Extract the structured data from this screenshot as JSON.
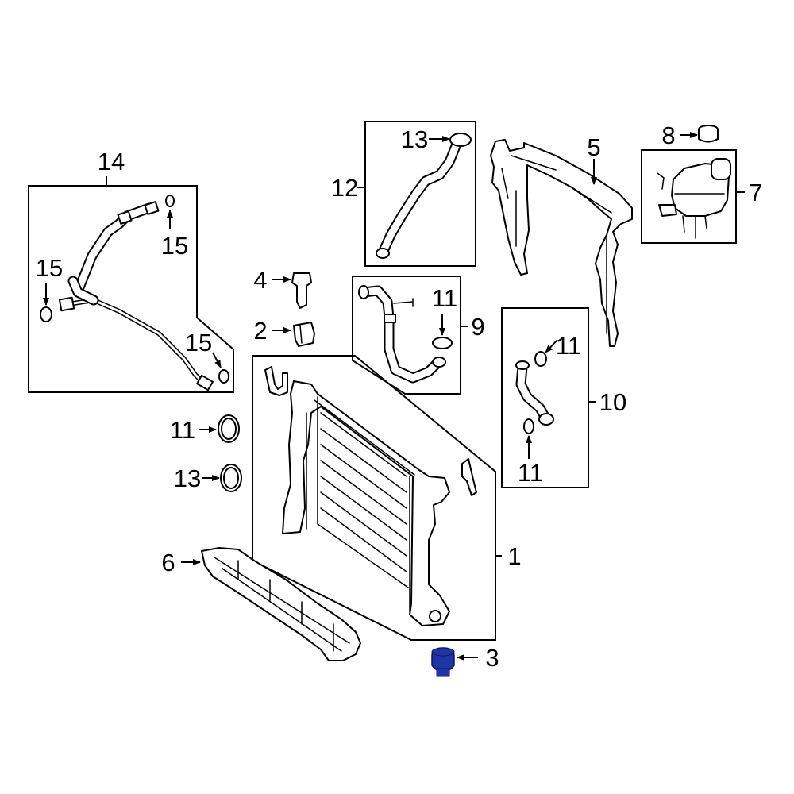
{
  "callouts": {
    "c1": "1",
    "c2": "2",
    "c3": "3",
    "c4": "4",
    "c5": "5",
    "c6": "6",
    "c7": "7",
    "c8": "8",
    "c9": "9",
    "c10": "10",
    "c11_a": "11",
    "c11_b": "11",
    "c11_c": "11",
    "c11_d": "11",
    "c12": "12",
    "c13_a": "13",
    "c13_b": "13",
    "c14": "14",
    "c15_a": "15",
    "c15_b": "15",
    "c15_c": "15"
  },
  "colors": {
    "line": "#000000",
    "background": "#ffffff",
    "highlight_fill": "#1f35a6",
    "highlight_stroke": "#0a1650"
  },
  "highlighted_part": "3"
}
